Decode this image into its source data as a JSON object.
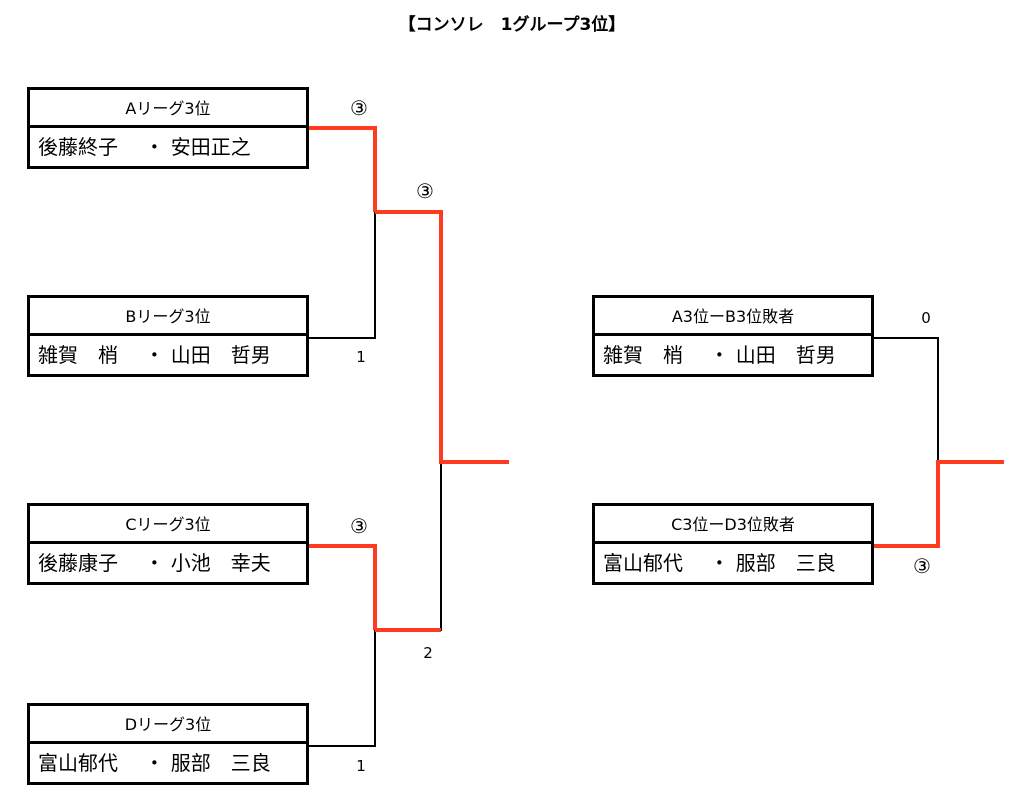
{
  "title": "【コンソレ　1グループ3位】",
  "teams": [
    {
      "label": "Aリーグ3位",
      "players": "後藤終子　 ・ 安田正之"
    },
    {
      "label": "Bリーグ3位",
      "players": "雑賀　梢　 ・ 山田　哲男"
    },
    {
      "label": "Cリーグ3位",
      "players": "後藤康子　 ・ 小池　幸夫"
    },
    {
      "label": "Dリーグ3位",
      "players": "富山郁代　 ・ 服部　三良"
    },
    {
      "label": "A3位ーB3位敗者",
      "players": "雑賀　梢　 ・ 山田　哲男"
    },
    {
      "label": "C3位ーD3位敗者",
      "players": "富山郁代　 ・ 服部　三良"
    }
  ],
  "scores": {
    "a": "③",
    "b": "1",
    "ab": "③",
    "c": "③",
    "d": "1",
    "cd": "2",
    "final_top": "0",
    "final_bottom": "③"
  },
  "colors": {
    "winner_line": "#ff3b1f",
    "line": "#000000"
  }
}
